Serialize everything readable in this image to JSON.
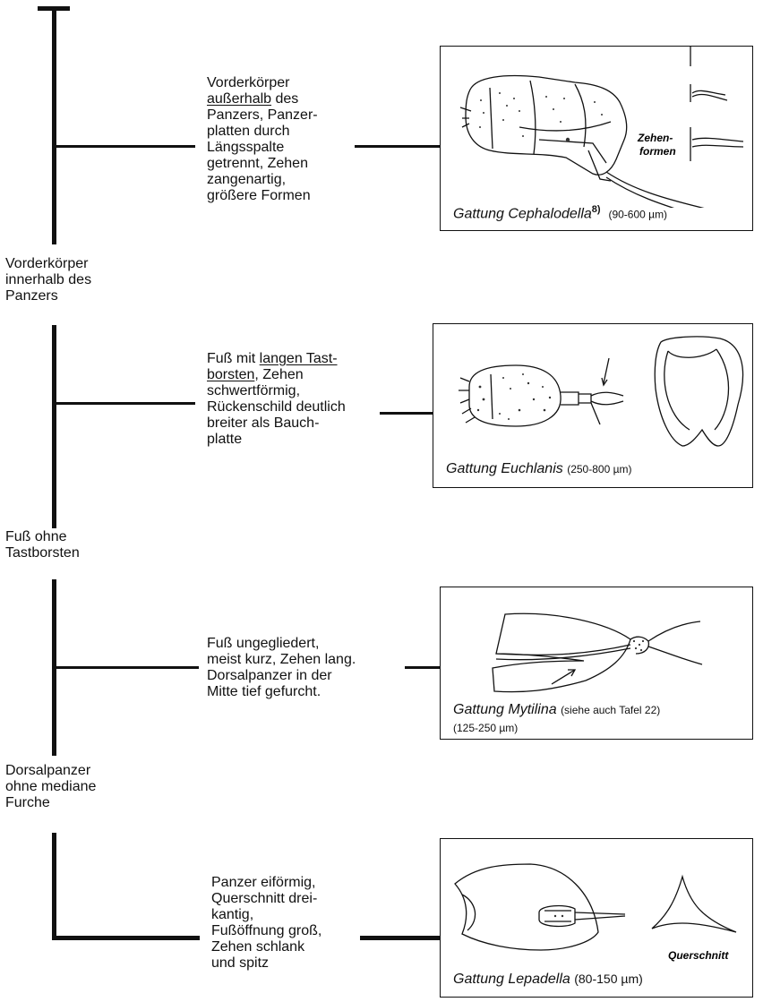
{
  "groups": [
    {
      "key_text": [
        "Vorderkörper",
        "[[außerhalb]] des",
        "Panzers, Panzer-",
        "platten durch",
        "Längsspalte",
        "getrennt, Zehen",
        "zangenartig,",
        "größere Formen"
      ],
      "genus": "Gattung Cephalodella",
      "footnote": "8)",
      "size": "(90-600 µm)",
      "label_1": "Zehen-",
      "label_2": "formen"
    },
    {
      "key_text": [
        "Fuß mit [[langen Tast-]]",
        "[[borsten]], Zehen",
        "schwertförmig,",
        "Rückenschild deutlich",
        "breiter als Bauch-",
        "platte"
      ],
      "genus": "Gattung Euchlanis",
      "size": "(250-800 µm)"
    },
    {
      "key_text": [
        "Fuß ungegliedert,",
        "meist kurz, Zehen lang.",
        "Dorsalpanzer in der",
        "Mitte tief gefurcht."
      ],
      "genus": "Gattung Mytilina",
      "note": "(siehe auch Tafel 22)",
      "size": "(125-250 µm)"
    },
    {
      "key_text": [
        "Panzer eiförmig,",
        "Querschnitt drei-",
        "kantig,",
        "Fußöffnung groß,",
        "Zehen schlank",
        "und spitz"
      ],
      "genus": "Gattung Lepadella",
      "size": "(80-150 µm)",
      "label": "Querschnitt"
    }
  ],
  "branch_labels": {
    "b1": "Vorderkörper\ninnerhalb des\nPanzers",
    "b2": "Fuß ohne\nTastborsten",
    "b3": "Dorsalpanzer\nohne mediane\nFurche"
  }
}
